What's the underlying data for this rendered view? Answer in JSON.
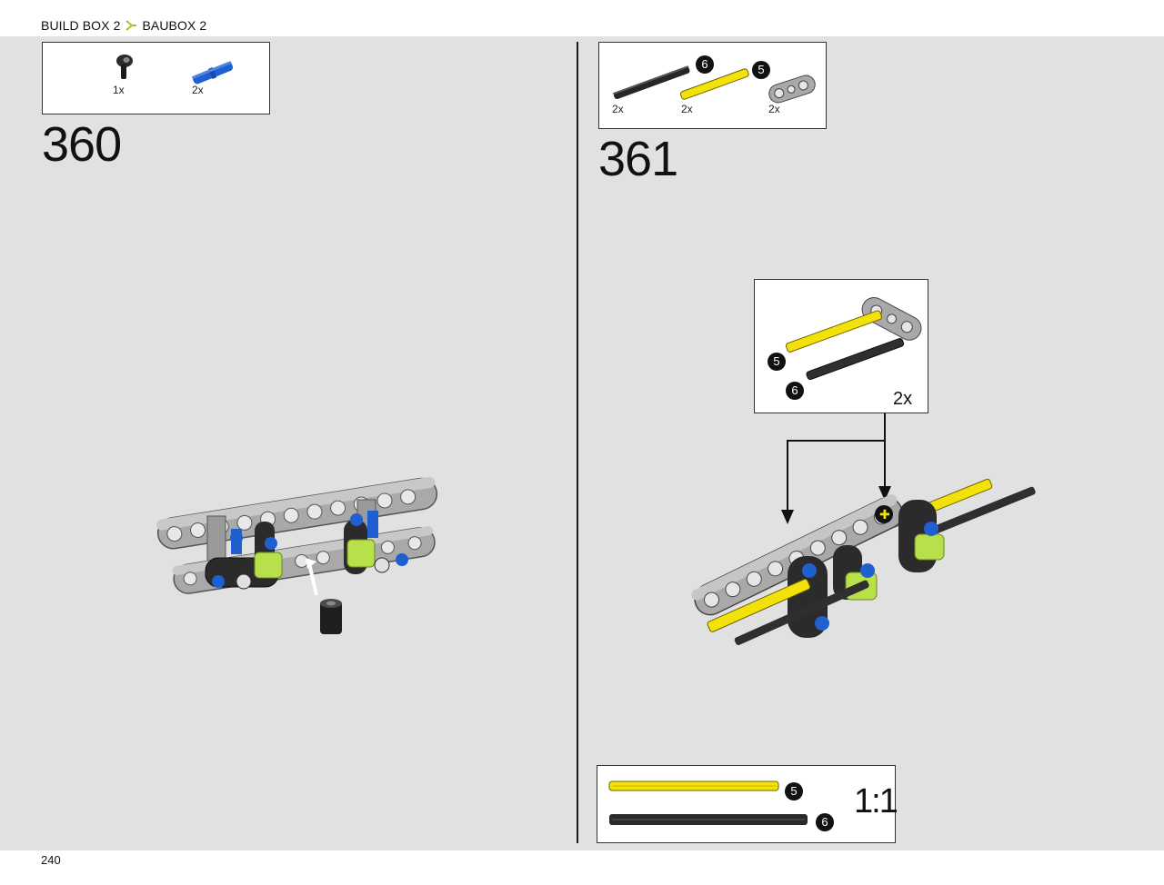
{
  "header": {
    "crumb_left": "BUILD BOX 2",
    "crumb_right": "BAUBOX 2"
  },
  "footer": {
    "page_number": "240"
  },
  "step_360": {
    "number": "360",
    "parts": [
      {
        "name": "black-pin-connector-icon",
        "qty": "1x"
      },
      {
        "name": "blue-axle-pin-icon",
        "qty": "2x"
      }
    ]
  },
  "step_361": {
    "number": "361",
    "parts": [
      {
        "name": "black-axle-icon",
        "qty": "2x",
        "badge": "6"
      },
      {
        "name": "yellow-axle-icon",
        "qty": "2x",
        "badge": "5"
      },
      {
        "name": "grey-beam-icon",
        "qty": "2x"
      }
    ],
    "callout": {
      "multiplier": "2x",
      "badge_yellow": "5",
      "badge_black": "6"
    },
    "scale_box": {
      "label": "1:1",
      "badge_yellow": "5",
      "badge_black": "6"
    }
  },
  "colors": {
    "accent_green": "#9ccc1f",
    "canvas_gray": "#e1e1e1",
    "yellow": "#f3e20a",
    "blue": "#1f5fd0",
    "lime": "#b8e04a"
  }
}
